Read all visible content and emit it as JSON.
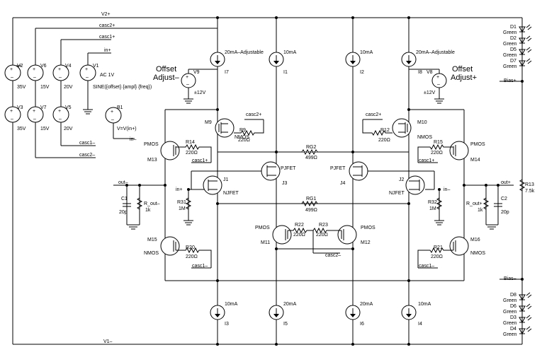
{
  "rails": {
    "v2p": "V2+",
    "v1m": "V1–",
    "casc2p": "casc2+",
    "casc1p": "casc1+",
    "inp": "in+",
    "inm": "in–",
    "casc1m": "casc1–",
    "casc2m": "casc2–",
    "bias_p": "Bias+",
    "bias_m": "Bias–",
    "outm": "out–",
    "outp": "out+"
  },
  "sources": {
    "V2": {
      "name": "V2",
      "value": "35V"
    },
    "V3": {
      "name": "V3",
      "value": "35V"
    },
    "V6": {
      "name": "V6",
      "value": "15V"
    },
    "V7": {
      "name": "V7",
      "value": "15V"
    },
    "V4": {
      "name": "V4",
      "value": "20V"
    },
    "V5": {
      "name": "V5",
      "value": "20V"
    },
    "V1": {
      "name": "V1",
      "value": "AC 1V",
      "sine": "SINE({offset} {ampl} {freq})"
    },
    "B1": {
      "name": "B1",
      "expr": "V=V(in+)"
    },
    "V9": {
      "name": "V9",
      "value": "±12V"
    },
    "V8": {
      "name": "V8",
      "value": "±12V"
    }
  },
  "offset": {
    "left": [
      "Offset",
      "Adjust–"
    ],
    "right": [
      "Offset",
      "Adjust+"
    ]
  },
  "currents": {
    "I7": {
      "name": "I7",
      "value": "20mA–Adjustable"
    },
    "I1": {
      "name": "I1",
      "value": "10mA"
    },
    "I2": {
      "name": "I2",
      "value": "10mA"
    },
    "I8": {
      "name": "I8",
      "value": "20mA–Adjustable"
    },
    "I3": {
      "name": "I3",
      "value": "10mA"
    },
    "I5": {
      "name": "I5",
      "value": "20mA"
    },
    "I6": {
      "name": "I6",
      "value": "20mA"
    },
    "I4": {
      "name": "I4",
      "value": "10mA"
    }
  },
  "transistors": {
    "M9": {
      "name": "M9",
      "type": "NMOS"
    },
    "M10": {
      "name": "M10",
      "type": "NMOS"
    },
    "M13": {
      "name": "M13",
      "type": "PMOS"
    },
    "M14": {
      "name": "M14",
      "type": "PMOS"
    },
    "M15": {
      "name": "M15",
      "type": "NMOS"
    },
    "M16": {
      "name": "M16",
      "type": "NMOS"
    },
    "M11": {
      "name": "M11",
      "type": "PMOS"
    },
    "M12": {
      "name": "M12",
      "type": "PMOS"
    },
    "J1": {
      "name": "J1",
      "type": "NJFET"
    },
    "J2": {
      "name": "J2",
      "type": "NJFET"
    },
    "J3": {
      "name": "J3",
      "type": "PJFET"
    },
    "J4": {
      "name": "J4",
      "type": "PJFET"
    }
  },
  "resistors": {
    "R9": {
      "name": "R9",
      "value": "220Ω"
    },
    "R12": {
      "name": "R12",
      "value": "220Ω"
    },
    "R14": {
      "name": "R14",
      "value": "220Ω"
    },
    "R15": {
      "name": "R15",
      "value": "220Ω"
    },
    "R20": {
      "name": "R20",
      "value": "220Ω"
    },
    "R21": {
      "name": "R21",
      "value": "220Ω"
    },
    "R22": {
      "name": "R22",
      "value": "220Ω"
    },
    "R23": {
      "name": "R23",
      "value": "220Ω"
    },
    "RG1": {
      "name": "RG1",
      "value": "499Ω"
    },
    "RG2": {
      "name": "RG2",
      "value": "499Ω"
    },
    "R31": {
      "name": "R31",
      "value": "1M"
    },
    "R32": {
      "name": "R32",
      "value": "1M"
    },
    "R_outm": {
      "name": "R_out–",
      "value": "1k"
    },
    "R_outp": {
      "name": "R_out+",
      "value": "1k"
    },
    "R13": {
      "name": "R13",
      "value": "7.5k"
    }
  },
  "caps": {
    "C1": {
      "name": "C1",
      "value": "20p"
    },
    "C2": {
      "name": "C2",
      "value": "20p"
    }
  },
  "diodes": [
    {
      "name": "D1",
      "color": "Green"
    },
    {
      "name": "D2",
      "color": "Green"
    },
    {
      "name": "D5",
      "color": "Green"
    },
    {
      "name": "D7",
      "color": "Green"
    },
    {
      "name": "D8",
      "color": "Green"
    },
    {
      "name": "D6",
      "color": "Green"
    },
    {
      "name": "D3",
      "color": "Green"
    },
    {
      "name": "D4",
      "color": "Green"
    }
  ]
}
